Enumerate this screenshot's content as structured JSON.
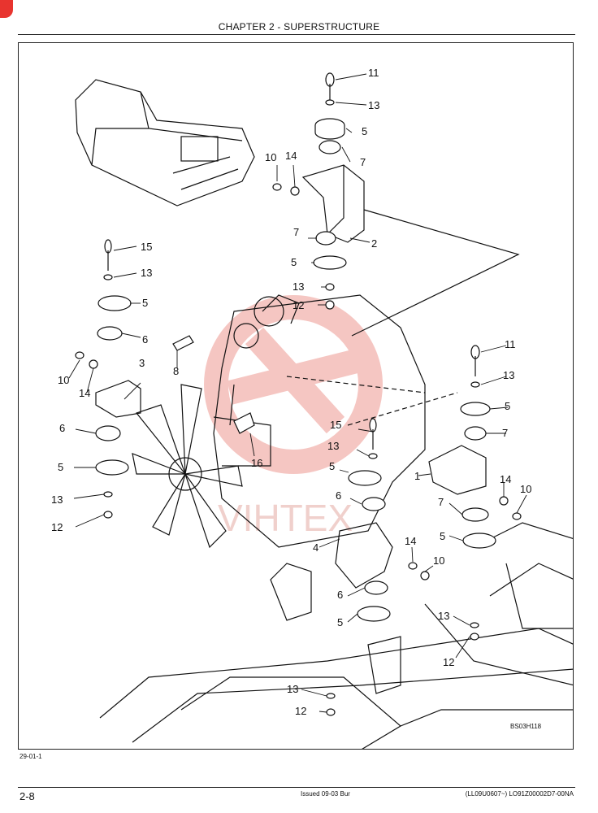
{
  "header": {
    "chapter": "CHAPTER 2 - SUPERSTRUCTURE"
  },
  "figure": {
    "code": "BS03H118",
    "watermark": "VIHTEX",
    "callouts": [
      "11",
      "13",
      "5",
      "7",
      "10",
      "14",
      "2",
      "7",
      "5",
      "13",
      "12",
      "15",
      "13",
      "5",
      "6",
      "10",
      "14",
      "3",
      "8",
      "11",
      "13",
      "5",
      "7",
      "15",
      "13",
      "6",
      "5",
      "13",
      "12",
      "16",
      "1",
      "14",
      "10",
      "5",
      "7",
      "4",
      "6",
      "5",
      "14",
      "10",
      "13",
      "12",
      "13",
      "12",
      "5",
      "6"
    ]
  },
  "footer": {
    "figure_ref": "29-01-1",
    "page_number": "2-8",
    "issued": "Issued 09-03   Bur",
    "doc_code": "(LL09U0607~)   LO91Z00002D7-00NA"
  },
  "colors": {
    "watermark": "#f3b9b4",
    "ink": "#111111"
  }
}
